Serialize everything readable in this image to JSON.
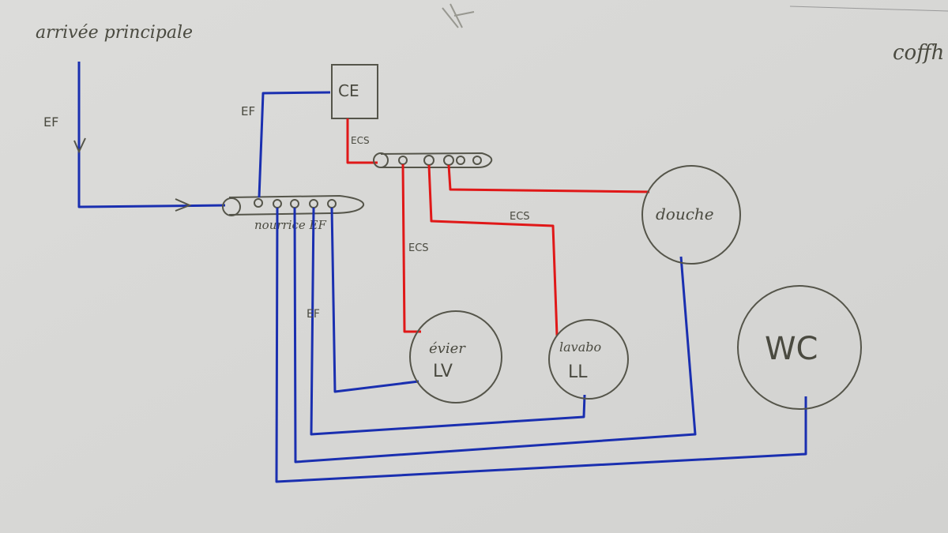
{
  "labels": {
    "main_inlet": "arrivée principale",
    "ef_inlet": "EF",
    "ef_heater": "EF",
    "heater": "CE",
    "ecs_heater": "ECS",
    "manifold": "nourrice EF",
    "ecs_evier": "ECS",
    "ecs_lavabo": "ECS",
    "ef_branch": "EF",
    "corner_note": "coffh"
  },
  "fixtures": [
    {
      "name": "douche",
      "code": ""
    },
    {
      "name": "évier",
      "code": "LV"
    },
    {
      "name": "lavabo",
      "code": "LL"
    },
    {
      "name": "",
      "code": "WC"
    }
  ],
  "colors": {
    "cold_water": "#1a2fb0",
    "hot_water": "#e01818",
    "pencil": "#55554a",
    "paper": "#d9d9d7"
  }
}
